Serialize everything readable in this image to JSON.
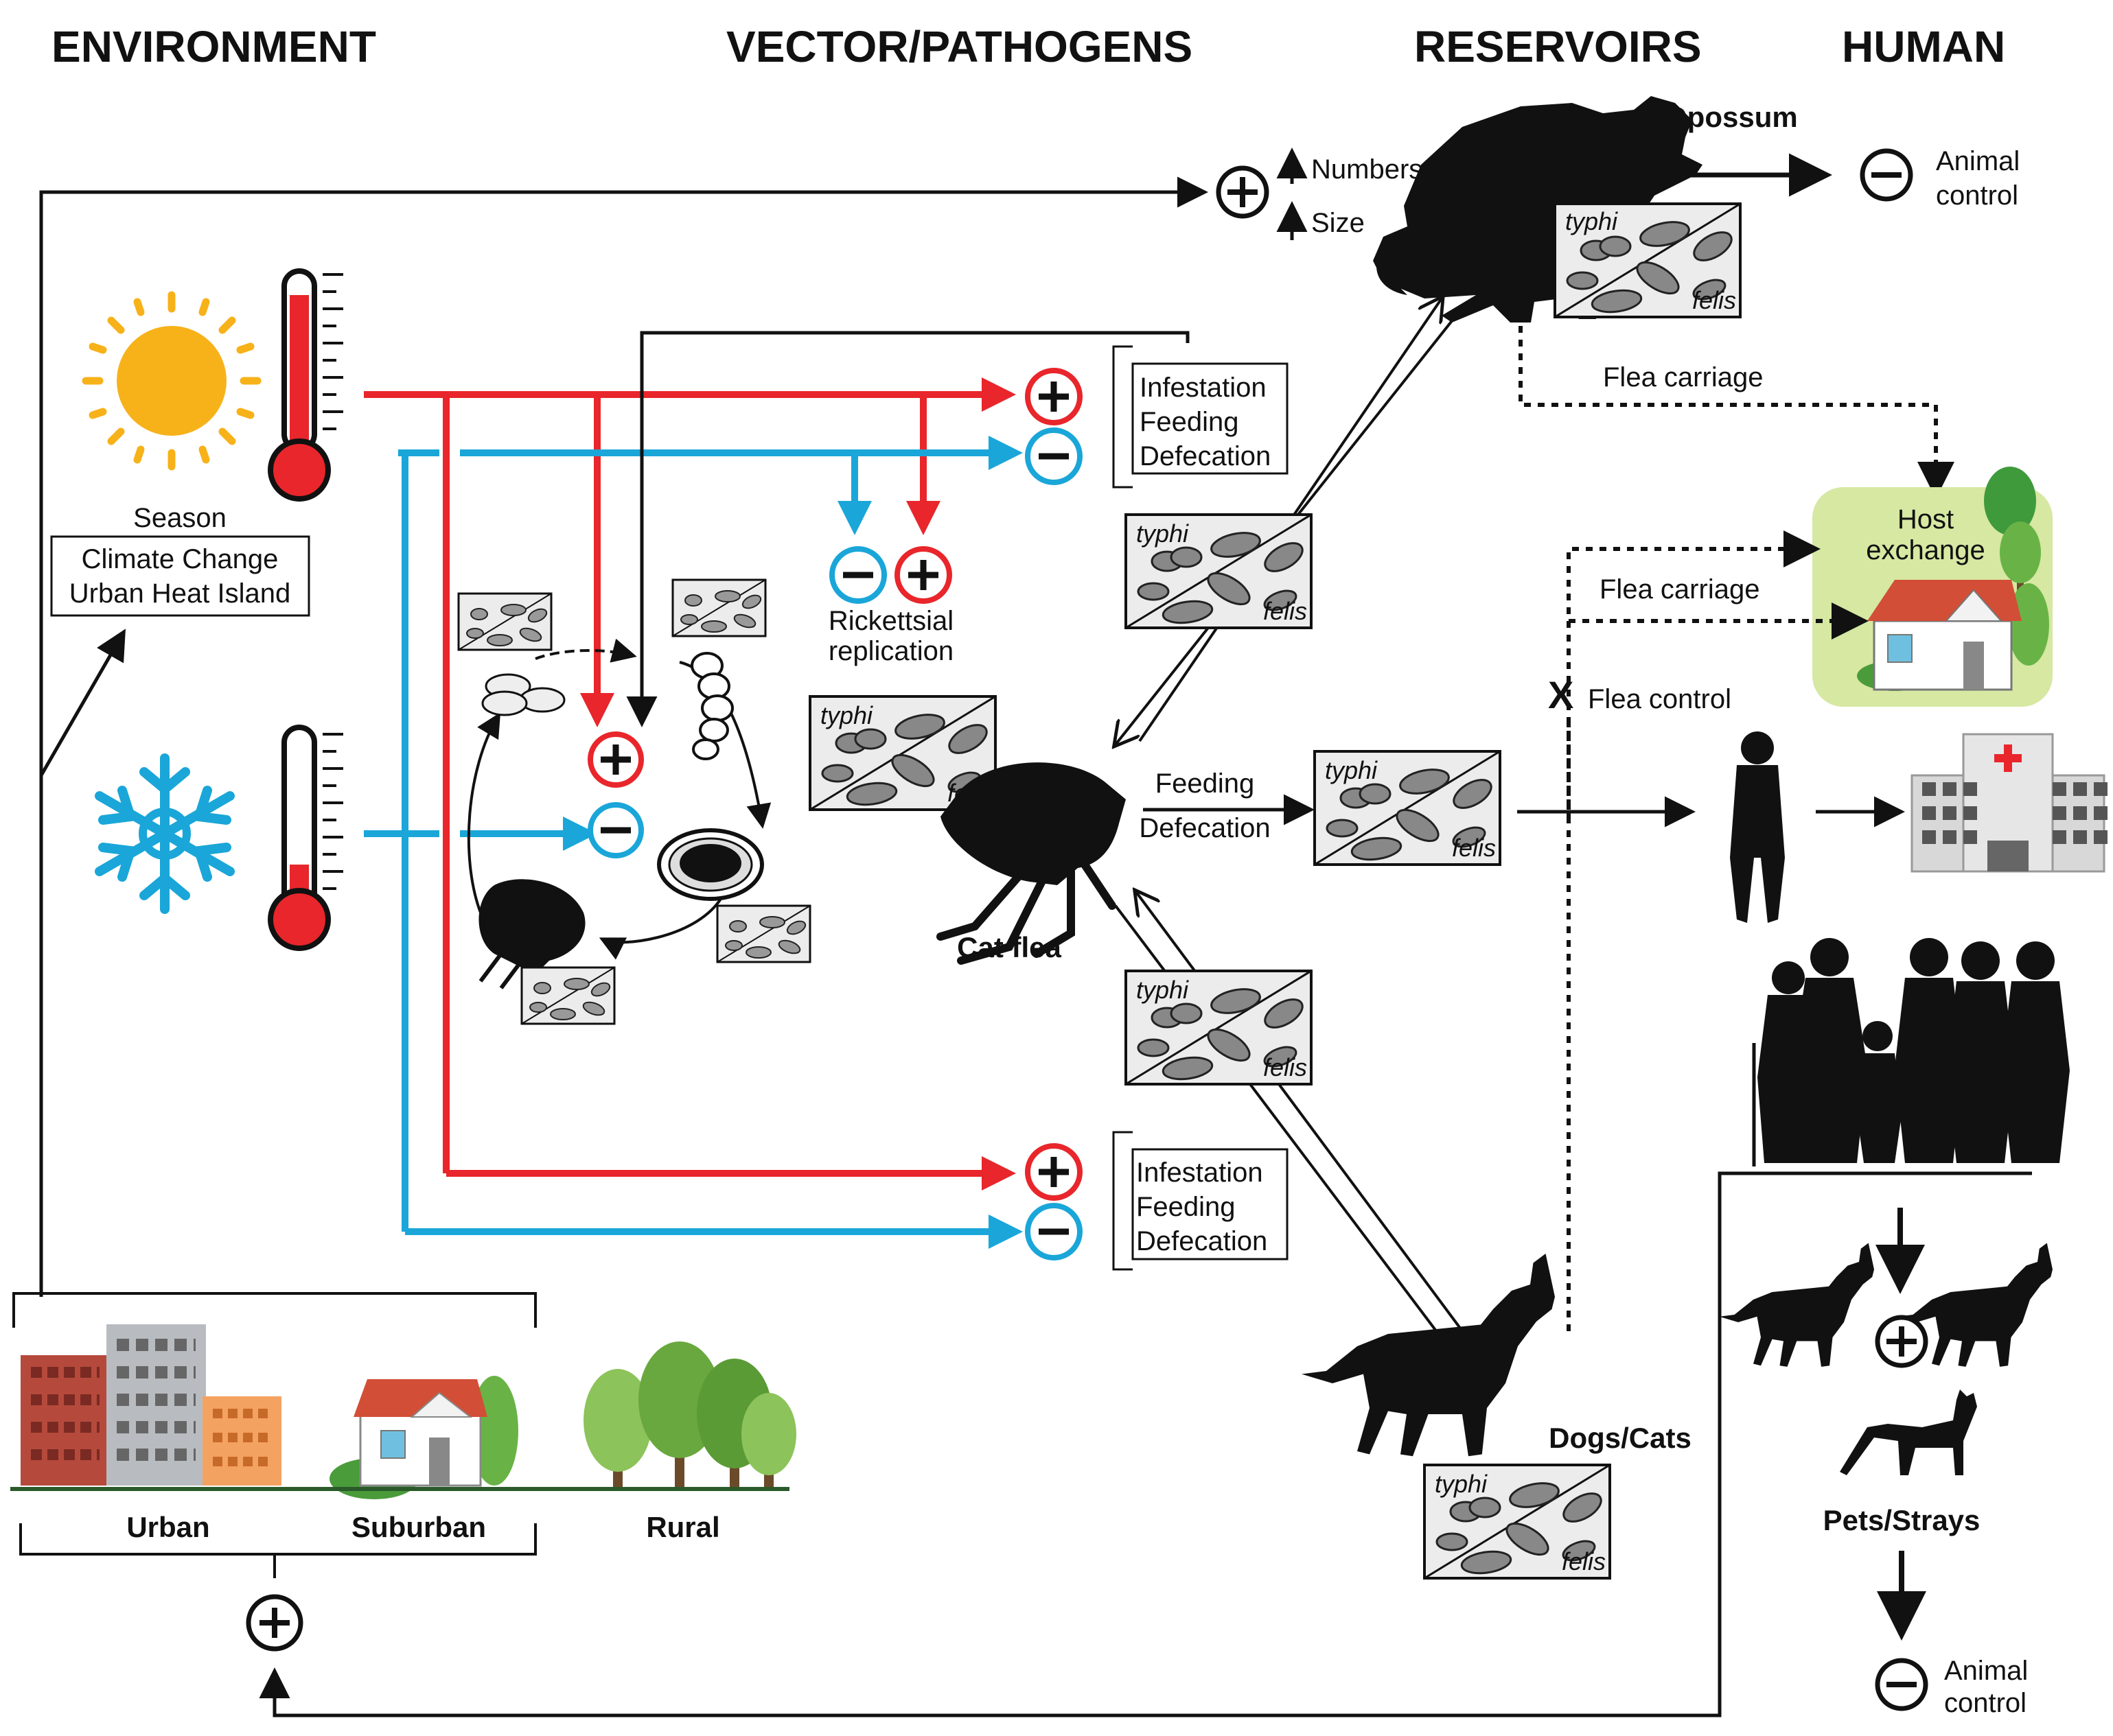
{
  "headers": {
    "environment": "ENVIRONMENT",
    "vector": "VECTOR/PATHOGENS",
    "reservoirs": "RESERVOIRS",
    "human": "HUMAN"
  },
  "environment": {
    "season": "Season",
    "climate_change": "Climate Change",
    "urban_heat_island": "Urban Heat Island",
    "land_use": [
      "Urban",
      "Suburban",
      "Rural"
    ]
  },
  "reservoirs": {
    "opossum": "Opossum",
    "numbers": "Numbers",
    "size": "Size",
    "dogs_cats": "Dogs/Cats"
  },
  "vector": {
    "cat_flea": "Cat flea",
    "rickettsial_1": "Rickettsial",
    "rickettsial_2": "replication",
    "effects": [
      "Infestation",
      "Feeding",
      "Defecation"
    ],
    "feeding": "Feeding",
    "defecation": "Defecation"
  },
  "pathogens": {
    "typhi": "typhi",
    "felis": "felis"
  },
  "human": {
    "animal_control": [
      "Animal",
      "control"
    ],
    "flea_carriage": "Flea carriage",
    "flea_control": "Flea control",
    "flea_control_mark": "X",
    "host_exchange": [
      "Host",
      "exchange"
    ],
    "pets_strays": "Pets/Strays"
  },
  "colors": {
    "warm": "#e8262b",
    "cold": "#1aa6d8",
    "sun": "#f7b21a",
    "black": "#111111",
    "green_bg": "#d6e8a2"
  },
  "icons": [
    "sun-icon",
    "snowflake-icon",
    "thermometer-icon",
    "opossum-icon",
    "flea-icon",
    "dog-icon",
    "cat-icon",
    "person-icon",
    "family-icon",
    "hospital-icon",
    "house-icon",
    "tree-icon",
    "building-icon",
    "egg-icon",
    "larva-icon",
    "pupa-icon"
  ]
}
